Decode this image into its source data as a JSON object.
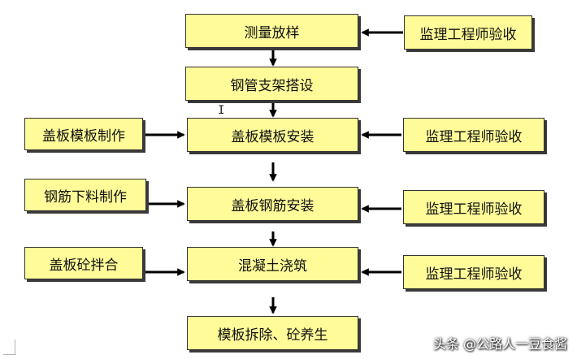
{
  "flowchart": {
    "main": [
      "测量放样",
      "钢管支架搭设",
      "盖板模板安装",
      "盖板钢筋安装",
      "混凝土浇筑",
      "模板拆除、砼养生"
    ],
    "left": [
      "盖板模板制作",
      "钢筋下料制作",
      "盖板砼拌合"
    ],
    "right": [
      "监理工程师验收",
      "监理工程师验收",
      "监理工程师验收",
      "监理工程师验收"
    ]
  },
  "watermark": "头条 @公路人一豆食酱",
  "colors": {
    "box_fill": "#fffb99",
    "border": "#333333",
    "arrow": "#000000"
  },
  "icons": {
    "cursor": "text-cursor-icon"
  }
}
